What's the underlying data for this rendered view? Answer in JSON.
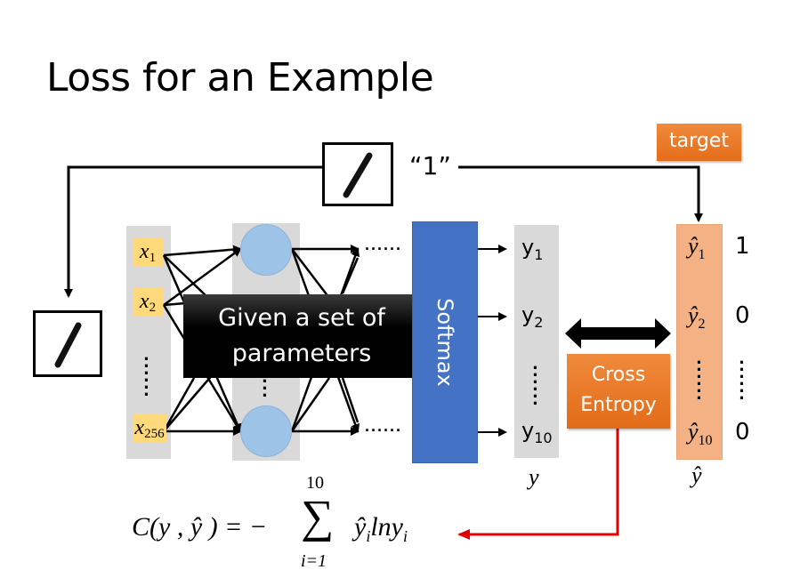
{
  "slide": {
    "title": "Loss for an Example"
  },
  "input_image": {
    "depicted_digit": "1",
    "label_text": "“1”"
  },
  "network": {
    "inputs": [
      {
        "symbol": "x",
        "subscript": "1"
      },
      {
        "symbol": "x",
        "subscript": "2"
      },
      {
        "symbol": "x",
        "subscript": "256"
      }
    ],
    "vertical_ellipsis": "⋮",
    "horizontal_ellipsis": "……",
    "overlay_text_line1": "Given a set of",
    "overlay_text_line2": "parameters",
    "softmax_label": "Softmax"
  },
  "outputs": {
    "items": [
      {
        "symbol": "y",
        "subscript": "1"
      },
      {
        "symbol": "y",
        "subscript": "2"
      },
      {
        "symbol": "y",
        "subscript": "10"
      }
    ],
    "column_label": "y"
  },
  "target": {
    "button_label": "target",
    "items": [
      {
        "symbol": "ŷ",
        "subscript": "1",
        "value": "1"
      },
      {
        "symbol": "ŷ",
        "subscript": "2",
        "value": "0"
      },
      {
        "symbol": "ŷ",
        "subscript": "10",
        "value": "0"
      }
    ],
    "column_label": "ŷ"
  },
  "cross_entropy": {
    "line1": "Cross",
    "line2": "Entropy"
  },
  "formula": {
    "lhs": "C(y , ŷ ) = −",
    "sum_symbol": "∑",
    "upper_limit": "10",
    "lower_limit": "i=1",
    "term": "ŷ",
    "term_sub": "i",
    "ln": "lny",
    "ln_sub": "i"
  },
  "colors": {
    "softmax": "#4472c4",
    "neuron": "#9dc3e6",
    "input_box": "#ffd97a",
    "column_bg": "#d9d9d9",
    "target_column": "#f4b183",
    "orange_box": "#ed7d31",
    "red_arrow": "#e00000"
  }
}
